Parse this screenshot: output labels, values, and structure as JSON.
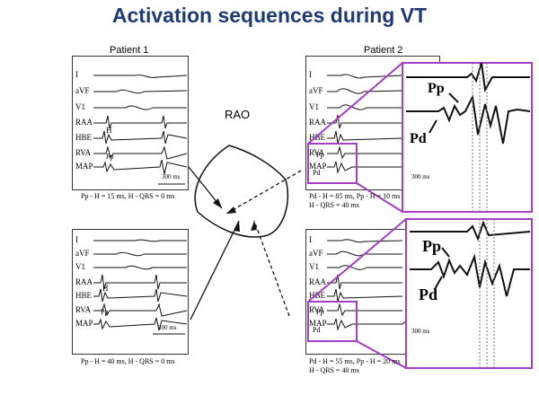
{
  "title": "Activation sequences during VT",
  "patient1": {
    "label": "Patient 1"
  },
  "patient2": {
    "label": "Patient 2"
  },
  "leads": [
    "I",
    "aVF",
    "V1",
    "RAA",
    "HBE",
    "RVA",
    "MAP"
  ],
  "view_label": "RAO",
  "panels": {
    "p1_top": {
      "caption": [
        "Pp - H = 15 ms, H - QRS = 0 ms"
      ],
      "scale": "300 ms",
      "h_label": "H",
      "pp_label": "Pp"
    },
    "p1_bottom": {
      "caption": [
        "Pp - H = 40 ms, H - QRS = 0 ms"
      ],
      "scale": "300 ms",
      "h_label": "H",
      "pp_label": "Pp"
    },
    "p2_top": {
      "caption": [
        "Pd - H = 85 ms, Pp - H = 10 ms",
        "H - QRS = 40 ms"
      ],
      "scale": "300 ms",
      "pp_label": "Pp",
      "pd_label": "Pd"
    },
    "p2_bottom": {
      "caption": [
        "Pd - H = 55 ms, Pp - H = 20 ms",
        "H - QRS = 40 ms"
      ],
      "scale": "300 ms",
      "pp_label": "Pp",
      "pd_label": "Pd"
    }
  },
  "insets": {
    "top": {
      "pp": "Pp",
      "pd": "Pd"
    },
    "bottom": {
      "pp": "Pp",
      "pd": "Pd"
    }
  },
  "colors": {
    "title": "#1f3a78",
    "highlight": "#a63ec6"
  }
}
